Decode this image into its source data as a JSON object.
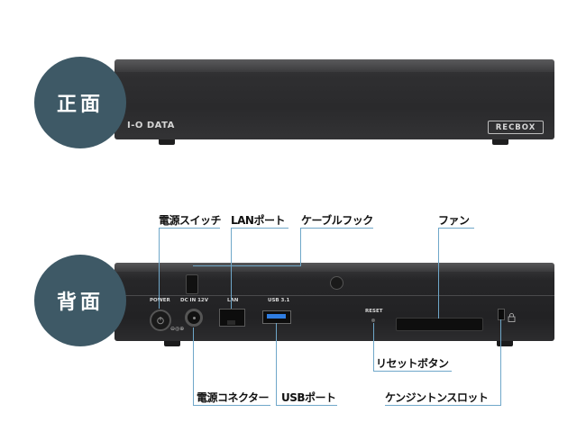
{
  "front": {
    "section_label": "正面",
    "brand_logo": "I-O DATA",
    "product_logo": "RECBOX"
  },
  "back": {
    "section_label": "背面",
    "port_labels": {
      "power": "POWER",
      "dc_in": "DC IN 12V",
      "lan": "LAN",
      "usb": "USB 3.1",
      "reset": "RESET"
    },
    "callouts": {
      "power_switch": "電源スイッチ",
      "lan_port": "LANポート",
      "cable_hook": "ケーブルフック",
      "fan": "ファン",
      "reset_button": "リセットボタン",
      "power_connector": "電源コネクター",
      "usb_port": "USBポート",
      "kensington_slot": "ケンジントンスロット"
    }
  },
  "colors": {
    "circle": "#3e5966",
    "leader_line": "#6fa7c9",
    "device_body": "#2b2b2d",
    "usb_blue": "#2f7de1"
  }
}
